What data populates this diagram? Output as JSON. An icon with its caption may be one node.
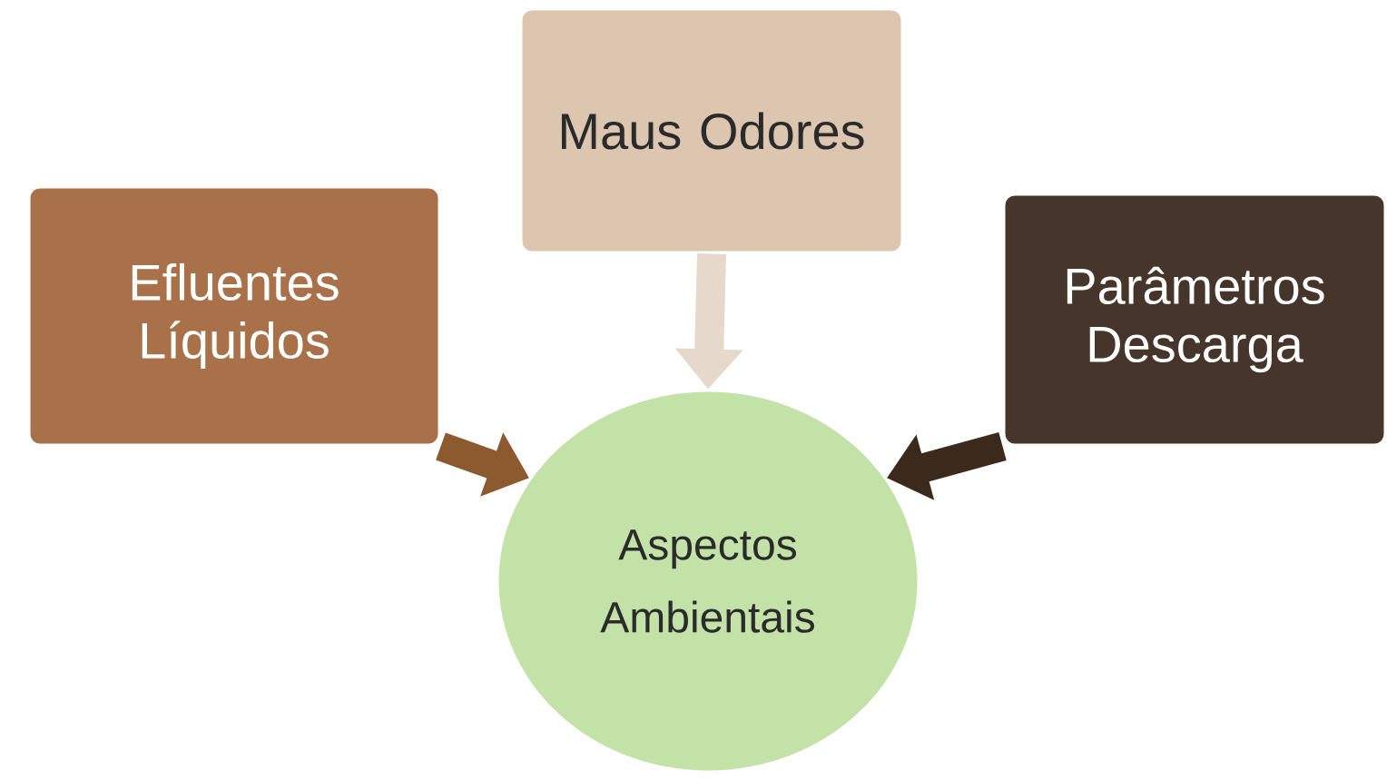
{
  "diagram": {
    "nodes": [
      {
        "text": [
          "Efluentes Líquidos"
        ]
      },
      {
        "text": [
          "Maus Odores"
        ]
      },
      {
        "text": [
          "Parâmetros Descarga"
        ]
      },
      {
        "text": [
          "Aspectos Ambientais"
        ]
      }
    ],
    "edges": [
      {
        "from": 0,
        "to": 3,
        "arrow": "to",
        "color": "#8c5a2e"
      },
      {
        "from": 1,
        "to": 3,
        "arrow": "to",
        "color": "#e6d8ca"
      },
      {
        "from": 2,
        "to": 3,
        "arrow": "to",
        "color": "#3b2a1c"
      }
    ]
  }
}
